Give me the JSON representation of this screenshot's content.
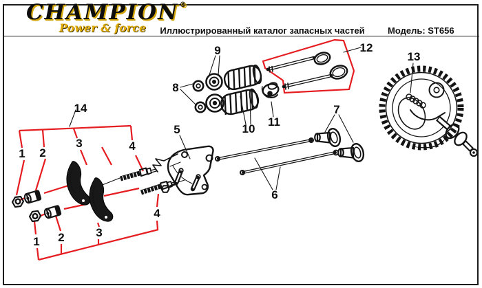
{
  "header": {
    "brand": "CHAMPION",
    "registered_mark": "®",
    "tagline": "Power & force",
    "title": "Иллюстрированный каталог запасных частей",
    "model": "Модель: ST656"
  },
  "diagram": {
    "callouts": {
      "n1": "1",
      "n2": "2",
      "n3": "3",
      "n4": "4",
      "n5": "5",
      "n6": "6",
      "n7": "7",
      "n8": "8",
      "n9": "9",
      "n10": "10",
      "n11": "11",
      "n12": "12",
      "n13": "13",
      "n14": "14"
    }
  },
  "colors": {
    "callout_red": "#e51c20",
    "brand_gold": "#d3a70c",
    "ink": "#141414"
  }
}
